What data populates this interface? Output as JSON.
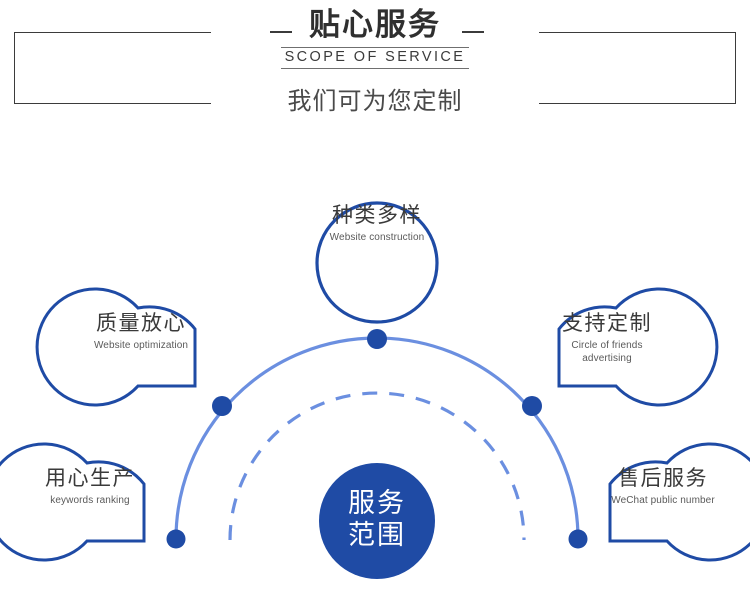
{
  "header": {
    "title": "贴心服务",
    "subtitle_en": "SCOPE OF SERVICE",
    "tagline": "我们可为您定制"
  },
  "diagram": {
    "center": {
      "label_line1": "服务",
      "label_line2": "范围",
      "fill_color": "#1f4ba5"
    },
    "arc": {
      "solid_color": "#6b8fe0",
      "dashed_color": "#6b8fe0",
      "dot_color": "#1f4ba5",
      "dot_count": 5
    },
    "bubble_stroke_color": "#1f4ba5",
    "nodes": [
      {
        "id": "top",
        "shape": "pin",
        "cn": "种类多样",
        "en": "Website construction"
      },
      {
        "id": "left-upper",
        "shape": "bubble-corner-br",
        "cn": "质量放心",
        "en": "Website optimization"
      },
      {
        "id": "right-upper",
        "shape": "bubble-corner-bl",
        "cn": "支持定制",
        "en_line1": "Circle of friends",
        "en_line2": "advertising"
      },
      {
        "id": "left-lower",
        "shape": "bubble-corner-br",
        "cn": "用心生产",
        "en": "keywords ranking"
      },
      {
        "id": "right-lower",
        "shape": "bubble-corner-bl",
        "cn": "售后服务",
        "en": "WeChat public number"
      }
    ]
  }
}
